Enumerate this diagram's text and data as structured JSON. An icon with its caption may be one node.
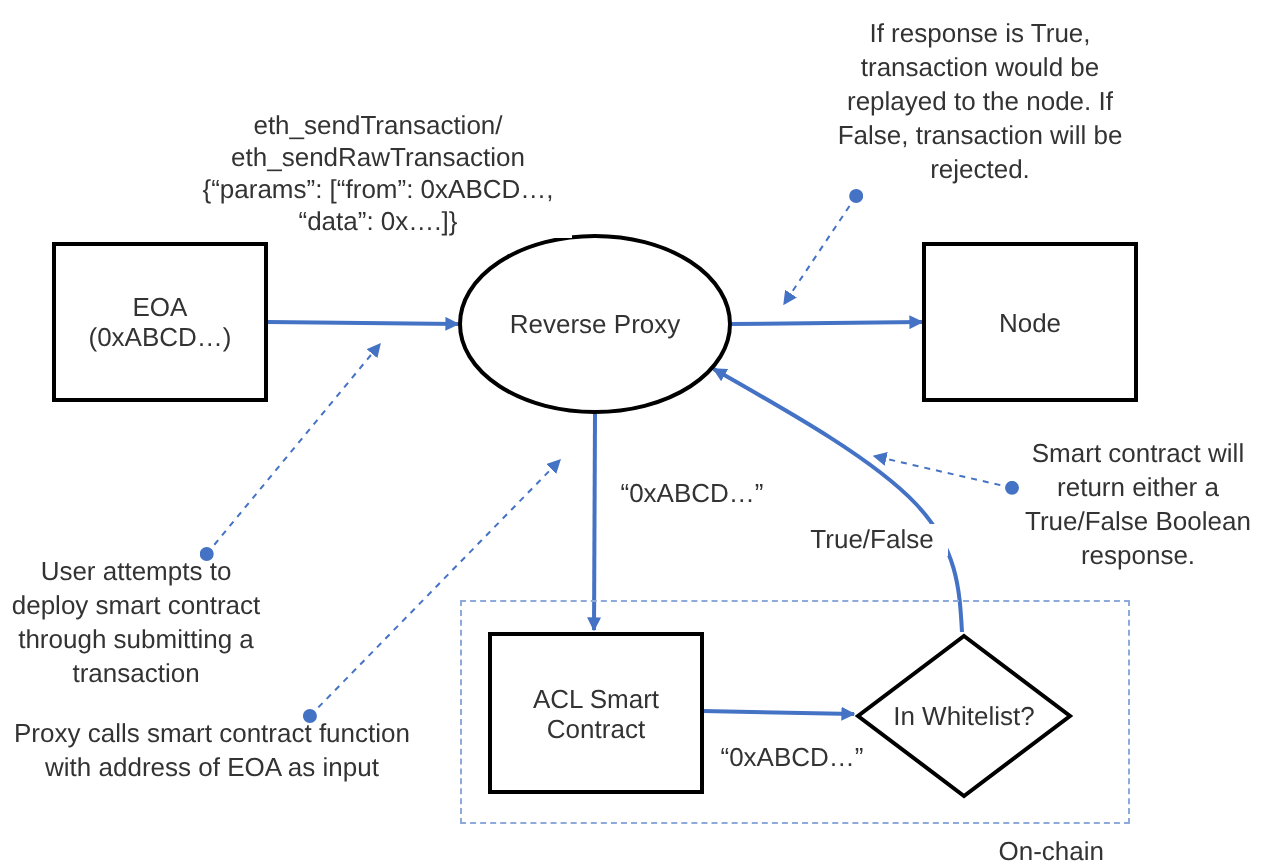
{
  "diagram": {
    "nodes": [
      {
        "text": [
          "EOA (0xABCD…)"
        ]
      },
      {
        "text": [
          "Reverse Proxy"
        ]
      },
      {
        "text": [
          "Node"
        ]
      },
      {
        "text": [
          "On-chain"
        ]
      },
      {
        "text": [
          "ACL Smart Contract"
        ],
        "in": 3
      },
      {
        "text": [
          "In Whitelist?"
        ],
        "in": 3
      },
      {
        "text": [
          "If response is True, transaction would be replayed to the node. If False, transaction will be rejected."
        ]
      },
      {
        "text": [
          "Smart contract will return either a True/False Boolean response."
        ]
      },
      {
        "text": [
          "User attempts to deploy smart contract through submitting a transaction"
        ]
      },
      {
        "text": [
          "Proxy calls smart contract function with address of EOA as input"
        ]
      }
    ],
    "edges": [
      {
        "from": 0,
        "to": 1,
        "arrow": "to",
        "label": "eth_sendTransaction/ eth_sendRawTransaction {“params”: [“from”: 0xABCD…, “data”: 0x….]}"
      },
      {
        "from": 1,
        "to": 2,
        "arrow": "to"
      },
      {
        "from": 1,
        "to": 4,
        "arrow": "to",
        "label": "“0xABCD…”"
      },
      {
        "from": 4,
        "to": 5,
        "arrow": "to",
        "label": "“0xABCD…”"
      },
      {
        "from": 5,
        "to": 1,
        "arrow": "to",
        "label": "True/False"
      },
      {
        "from": 6,
        "to": null,
        "arrow": "to",
        "style": "dashed"
      },
      {
        "from": 7,
        "to": null,
        "arrow": "to",
        "style": "dashed"
      },
      {
        "from": 8,
        "to": null,
        "arrow": "to",
        "style": "dashed"
      },
      {
        "from": 9,
        "to": null,
        "arrow": "to",
        "style": "dashed"
      }
    ]
  }
}
